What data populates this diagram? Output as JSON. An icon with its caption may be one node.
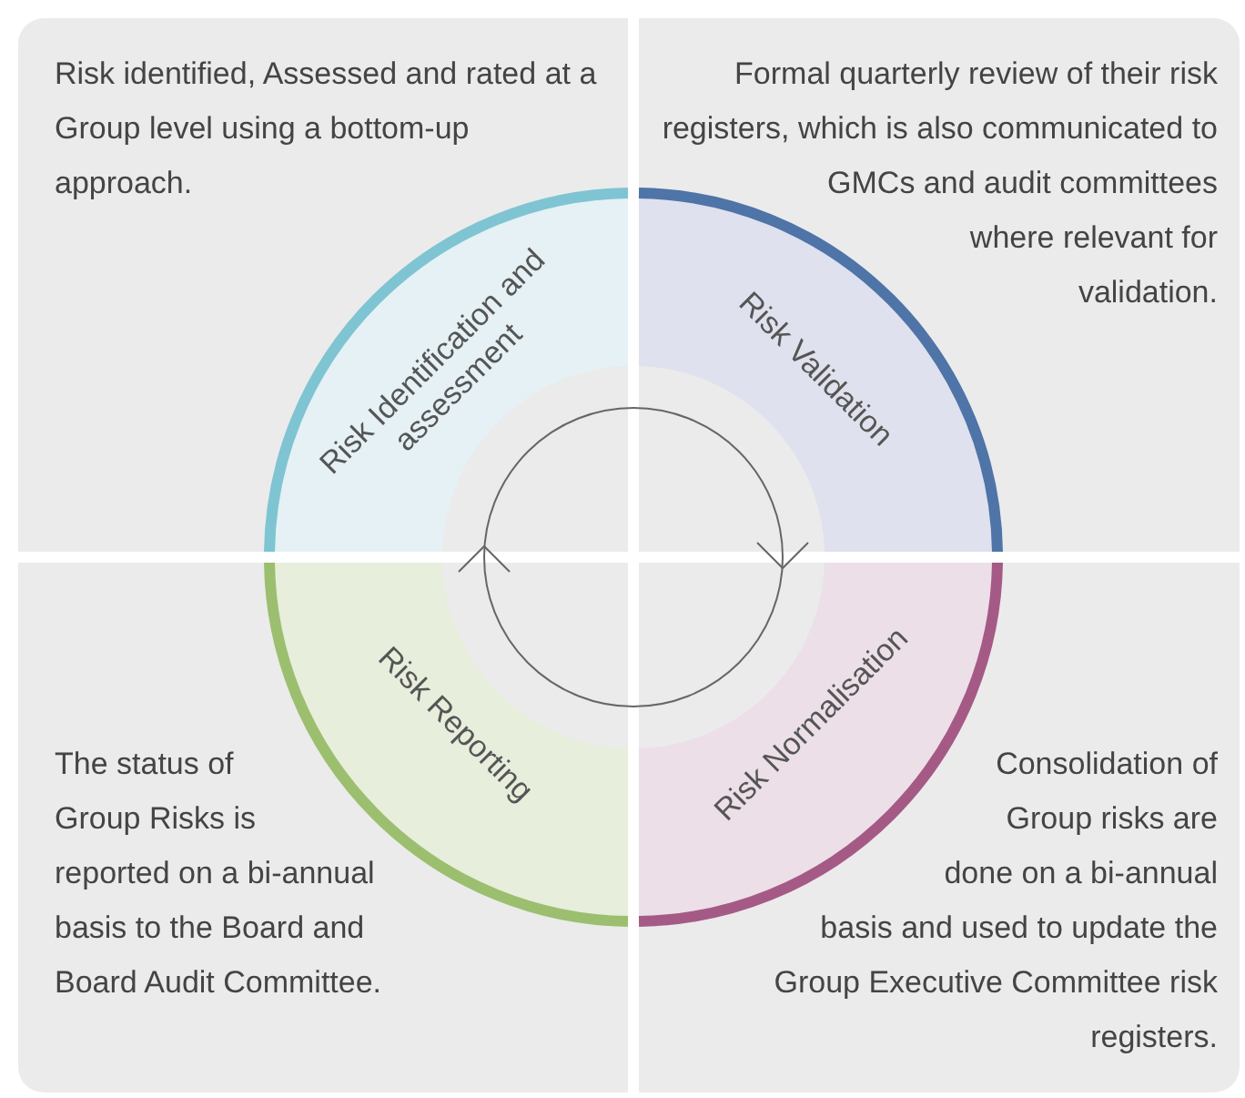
{
  "diagram": {
    "nodes": [
      {
        "text": [
          "Risk identified, Assessed and rated at a Group level using a bottom-up approach."
        ]
      },
      {
        "text": [
          "Risk Identification and assessment"
        ],
        "in": 0
      },
      {
        "text": [
          "Formal quarterly review of their risk registers, which is also communicated to GMCs and audit committees where relevant for validation."
        ]
      },
      {
        "text": [
          "Risk Validation"
        ],
        "in": 2
      },
      {
        "text": [
          "The status of Group Risks is reported on a bi-annual basis to the Board and Board Audit Committee."
        ]
      },
      {
        "text": [
          "Risk Reporting"
        ],
        "in": 4
      },
      {
        "text": [
          "Consolidation of Group risks are done on a bi-annual basis and used to update the Group Executive Committee risk registers."
        ]
      },
      {
        "text": [
          "Risk Normalisation"
        ],
        "in": 6
      }
    ]
  }
}
